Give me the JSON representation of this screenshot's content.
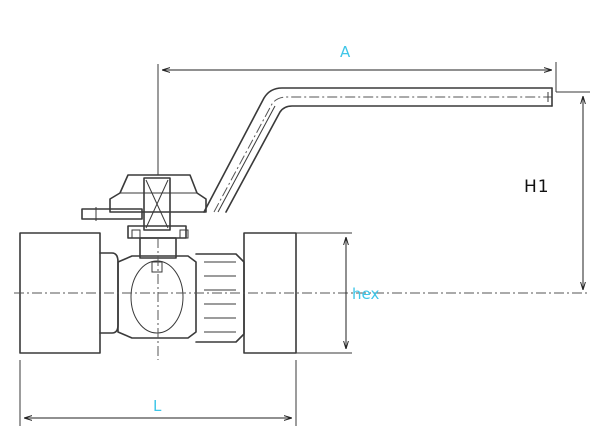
{
  "labels": {
    "a": "A",
    "h1": "H1",
    "hex": "hex",
    "l": "L"
  },
  "colors": {
    "dimension_accent": "#3fc6e8",
    "line": "#3a3a3a"
  }
}
